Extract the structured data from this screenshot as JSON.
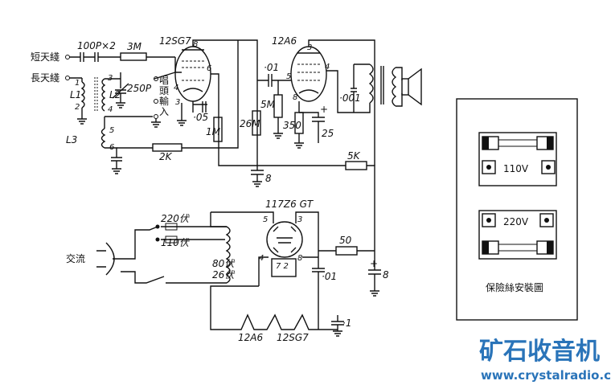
{
  "labels": {
    "short_antenna": "短天綫",
    "long_antenna": "長天綫",
    "coupling_cap": "100P×2",
    "grid_res": "3M",
    "tube1": "12SG7",
    "tube2": "12A6",
    "tube3": "117Z6 GT",
    "variable_cap": "250P",
    "phono_input": "唱頭輸入",
    "l1": "L1",
    "l2": "L2",
    "l3": "L3",
    "cap_05": "·05",
    "res_1m": "1M",
    "res_2k": "2K",
    "res_26m": "26M",
    "cap_01_top": "·01",
    "res_5m": "5M",
    "res_350": "350",
    "cap_25": "25",
    "cap_001": "·001",
    "res_5k": "5K",
    "cap_8_top": "8",
    "v220": "220伏",
    "v110": "110伏",
    "v80": "80伏",
    "v26": "26伏",
    "ac_label": "交流",
    "res_50": "50",
    "cap_01_mid": "·01",
    "cap_8_right": "8",
    "cap_1": "·1",
    "heater1": "12A6",
    "heater2": "12SG7",
    "p_top_left": "8",
    "p_top_right": "3",
    "p_6": "6",
    "p_4a": "4",
    "p_5a": "5",
    "p_3a": "3",
    "p_5b": "5",
    "p_4b": "4",
    "p_8b": "8",
    "p_4c": "4",
    "p_8c": "8",
    "p_72": "7 2",
    "p_coil1": "1",
    "p_coil2": "2",
    "p_coil3": "3",
    "p_coil4": "4",
    "p_coil5": "5",
    "p_coil6": "6",
    "fuse_110": "110V",
    "fuse_220": "220V",
    "fuse_caption": "保險絲安裝圖",
    "brand": "矿石收音机",
    "url": "www.crystalradio.cn"
  },
  "colors": {
    "ink": "#111111",
    "brand": "#2a74b9",
    "background": "#ffffff"
  }
}
